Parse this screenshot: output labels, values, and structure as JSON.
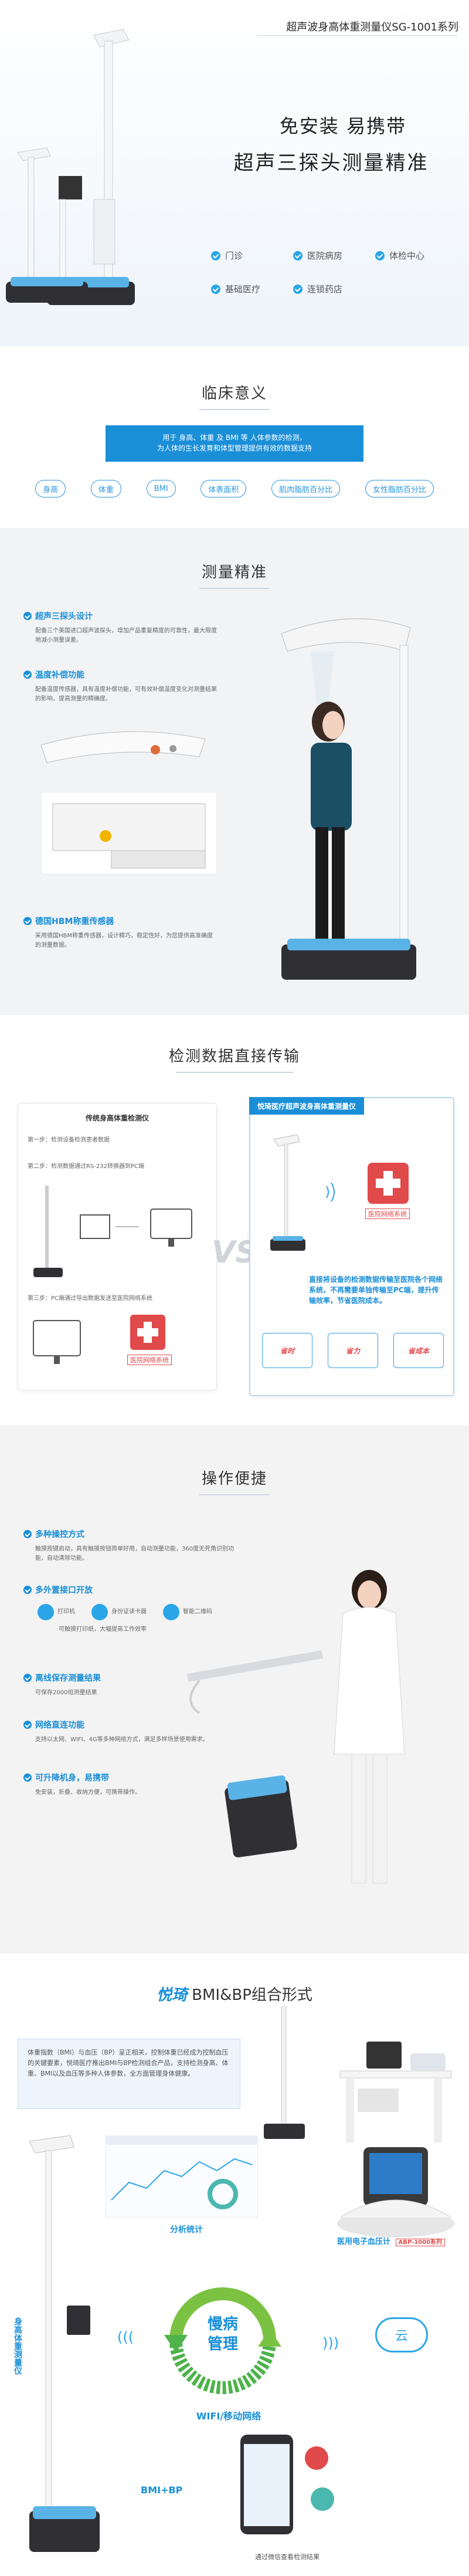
{
  "header": {
    "series": "超声波身高体重测量仪SG-1001系列",
    "slogan1": "免安装  易携带",
    "slogan2": "超声三探头测量精准",
    "bullets": [
      "门诊",
      "医院病房",
      "体检中心",
      "基础医疗",
      "连锁药店"
    ]
  },
  "clinical": {
    "title": "临床意义",
    "desc1": "用于 身高、体重 及 BMI 等 人体参数的检测，",
    "desc2": "为人体的生长发育和体型管理提供有效的数据支持",
    "tags": [
      "身高",
      "体重",
      "BMI",
      "体表面积",
      "肌肉脂肪百分比",
      "女性脂肪百分比"
    ]
  },
  "accuracy": {
    "title": "测量精准",
    "f1_title": "超声三探头设计",
    "f1_desc": "配备三个美国进口超声波探头，增加产品重复精度的可靠性，最大限度地减小测量误差。",
    "f2_title": "温度补偿功能",
    "f2_desc": "配备温度传感器，具有温度补偿功能，可有效补偿温度变化对测量结果的影响，提高测量的精确度。",
    "f3_title": "德国HBM称重传感器",
    "f3_desc": "采用德国HBM称重传感器，设计精巧，稳定性好，为您提供高准确度的测量数据。"
  },
  "transfer": {
    "title": "检测数据直接传输",
    "left_title": "传统身高体重检测仪",
    "right_title": "悦琦医疗超声波身高体重测量仪",
    "step1": "第一步：检测设备检测患者数据",
    "step2": "第二步：检测数据通过RS-232转换器到PC端",
    "step3": "第三步：PC端通过导出数据发送至医院网络系统",
    "hospital_label": "医院网络系统",
    "vs": "VS",
    "desc": "直接将设备的检测数据传输至医院各个网络系统，不再需要单独传输至PC端，提升传输效率，节省医院成本。",
    "stamps": [
      "省时",
      "省力",
      "省成本"
    ]
  },
  "operation": {
    "title": "操作便捷",
    "f1_title": "多种操控方式",
    "f1_desc": "触摸按键启动，具有触摸按钮简单好用，自动测量功能，360度无死角识别功能，自动清除功能。",
    "f2_title": "多外置接口开放",
    "f2_icons": [
      "打印机",
      "身份证读卡器",
      "智能二维码"
    ],
    "f2_desc": "可触摸打印纸，大幅提高工作效率",
    "f3_title": "离线保存测量结果",
    "f3_desc": "可保存2000组测量结果",
    "f4_title": "网络直连功能",
    "f4_desc": "支持以太网、WIFI、4G等多种网络方式，满足多样场景使用需求。",
    "f5_title": "可升降机身，易携带",
    "f5_desc": "免安装，折叠、收纳方便，可携带操作。"
  },
  "combo": {
    "title": "BMI&BP组合形式",
    "brand_mark": "悦琦",
    "desc": "体重指数（BMI）与血压（BP）呈正相关，控制体重已经成为控制血压的关键要素，悦琦医疗推出BMI与BP检测组合产品，支持检测身高、体重、BMI以及血压等多种人体参数，全方面管理身体健康。",
    "vertical_label": "身高体重测量仪",
    "analysis_label": "分析统计",
    "bp_label": "医用电子血压计",
    "bp_model": "ABP-1000系列",
    "center_label1": "慢病",
    "center_label2": "管理",
    "cloud": "云",
    "network_label": "WIFI/移动网络",
    "bmibp_label": "BMI+BP",
    "phone_caption": "通过微信查看检测结果"
  },
  "colors": {
    "accent": "#1a8fd8",
    "light_bg": "#eef4fa",
    "gray_bg": "#f3f3f3",
    "red": "#e04a4a"
  }
}
